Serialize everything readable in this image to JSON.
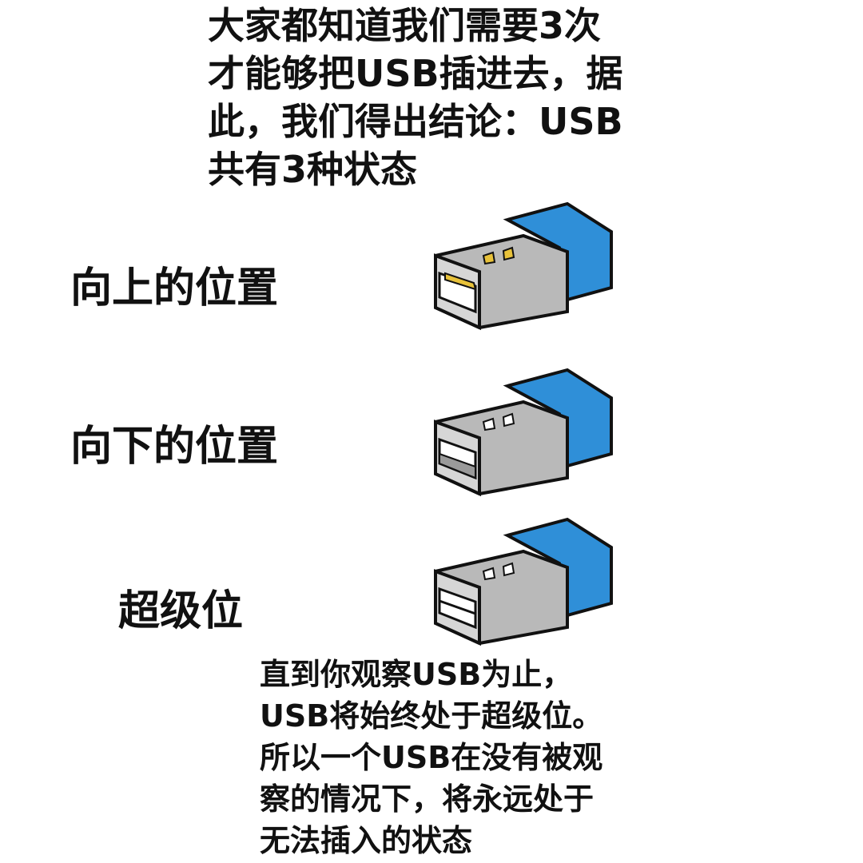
{
  "intro": {
    "lines": [
      "大家都知道我们需要3次",
      "才能够把USB插进去，据",
      "此，我们得出结论：USB",
      "共有3种状态"
    ]
  },
  "states": [
    {
      "label": "向上的位置",
      "variant": "up"
    },
    {
      "label": "向下的位置",
      "variant": "down"
    },
    {
      "label": "超级位",
      "variant": "superposition"
    }
  ],
  "outro": {
    "lines": [
      "直到你观察USB为止，",
      "USB将始终处于超级位。",
      "所以一个USB在没有被观",
      "察的情况下，将永远处于",
      "无法插入的状态"
    ]
  },
  "colors": {
    "cap": "#2f8fd8",
    "metal": "#b9b9b9",
    "contacts": "#e8c23a"
  }
}
